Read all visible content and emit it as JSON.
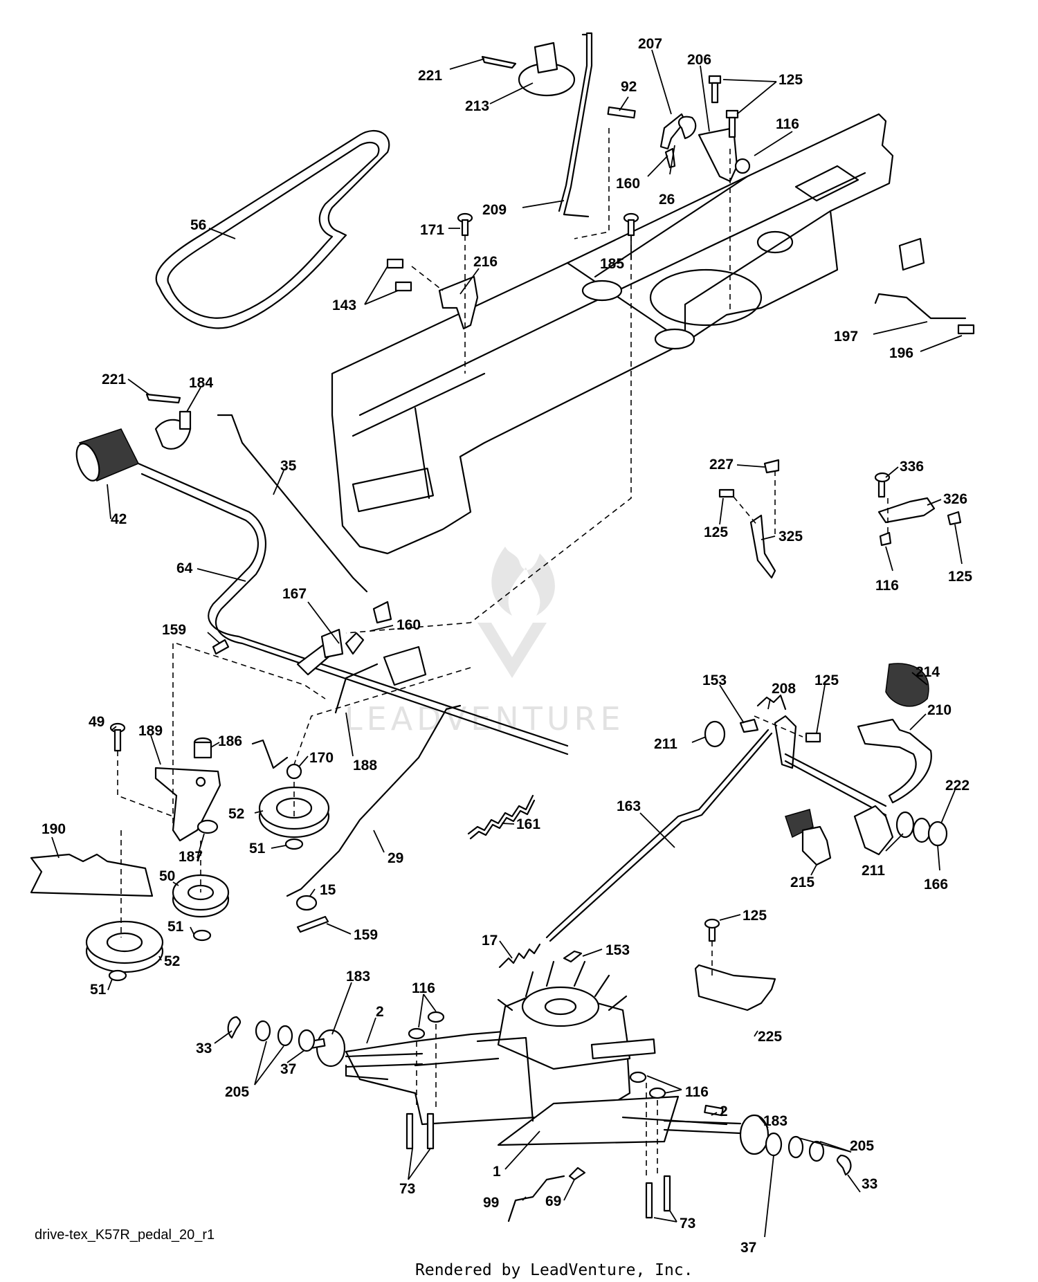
{
  "diagram": {
    "caption": "drive-tex_K57R_pedal_20_r1",
    "footer": "Rendered by LeadVenture, Inc.",
    "watermark": "LEADVENTURE",
    "callouts": [
      {
        "id": "c221a",
        "text": "221"
      },
      {
        "id": "c213",
        "text": "213"
      },
      {
        "id": "c207",
        "text": "207"
      },
      {
        "id": "c92",
        "text": "92"
      },
      {
        "id": "c206",
        "text": "206"
      },
      {
        "id": "c125a",
        "text": "125"
      },
      {
        "id": "c116a",
        "text": "116"
      },
      {
        "id": "c160a",
        "text": "160"
      },
      {
        "id": "c26",
        "text": "26"
      },
      {
        "id": "c56",
        "text": "56"
      },
      {
        "id": "c209",
        "text": "209"
      },
      {
        "id": "c171",
        "text": "171"
      },
      {
        "id": "c185",
        "text": "185"
      },
      {
        "id": "c216",
        "text": "216"
      },
      {
        "id": "c143",
        "text": "143"
      },
      {
        "id": "c197",
        "text": "197"
      },
      {
        "id": "c196",
        "text": "196"
      },
      {
        "id": "c221b",
        "text": "221"
      },
      {
        "id": "c184",
        "text": "184"
      },
      {
        "id": "c35",
        "text": "35"
      },
      {
        "id": "c42",
        "text": "42"
      },
      {
        "id": "c227",
        "text": "227"
      },
      {
        "id": "c336",
        "text": "336"
      },
      {
        "id": "c326",
        "text": "326"
      },
      {
        "id": "c125b",
        "text": "125"
      },
      {
        "id": "c325",
        "text": "325"
      },
      {
        "id": "c116b",
        "text": "116"
      },
      {
        "id": "c125c",
        "text": "125"
      },
      {
        "id": "c64",
        "text": "64"
      },
      {
        "id": "c167",
        "text": "167"
      },
      {
        "id": "c160b",
        "text": "160"
      },
      {
        "id": "c159a",
        "text": "159"
      },
      {
        "id": "c214",
        "text": "214"
      },
      {
        "id": "c153a",
        "text": "153"
      },
      {
        "id": "c208",
        "text": "208"
      },
      {
        "id": "c125d",
        "text": "125"
      },
      {
        "id": "c210",
        "text": "210"
      },
      {
        "id": "c211a",
        "text": "211"
      },
      {
        "id": "c49",
        "text": "49"
      },
      {
        "id": "c189",
        "text": "189"
      },
      {
        "id": "c186",
        "text": "186"
      },
      {
        "id": "c170",
        "text": "170"
      },
      {
        "id": "c188",
        "text": "188"
      },
      {
        "id": "c222",
        "text": "222"
      },
      {
        "id": "c52a",
        "text": "52"
      },
      {
        "id": "c161",
        "text": "161"
      },
      {
        "id": "c163",
        "text": "163"
      },
      {
        "id": "c190",
        "text": "190"
      },
      {
        "id": "c51a",
        "text": "51"
      },
      {
        "id": "c187",
        "text": "187"
      },
      {
        "id": "c29",
        "text": "29"
      },
      {
        "id": "c211b",
        "text": "211"
      },
      {
        "id": "c166",
        "text": "166"
      },
      {
        "id": "c50",
        "text": "50"
      },
      {
        "id": "c15",
        "text": "15"
      },
      {
        "id": "c215",
        "text": "215"
      },
      {
        "id": "c51b",
        "text": "51"
      },
      {
        "id": "c159b",
        "text": "159"
      },
      {
        "id": "c125e",
        "text": "125"
      },
      {
        "id": "c17",
        "text": "17"
      },
      {
        "id": "c153b",
        "text": "153"
      },
      {
        "id": "c52b",
        "text": "52"
      },
      {
        "id": "c51c",
        "text": "51"
      },
      {
        "id": "c183a",
        "text": "183"
      },
      {
        "id": "c116c",
        "text": "116"
      },
      {
        "id": "c2a",
        "text": "2"
      },
      {
        "id": "c225",
        "text": "225"
      },
      {
        "id": "c33a",
        "text": "33"
      },
      {
        "id": "c205a",
        "text": "205"
      },
      {
        "id": "c37a",
        "text": "37"
      },
      {
        "id": "c116d",
        "text": "116"
      },
      {
        "id": "c2b",
        "text": "2"
      },
      {
        "id": "c183b",
        "text": "183"
      },
      {
        "id": "c1",
        "text": "1"
      },
      {
        "id": "c205b",
        "text": "205"
      },
      {
        "id": "c73a",
        "text": "73"
      },
      {
        "id": "c33b",
        "text": "33"
      },
      {
        "id": "c99",
        "text": "99"
      },
      {
        "id": "c69",
        "text": "69"
      },
      {
        "id": "c73b",
        "text": "73"
      },
      {
        "id": "c37b",
        "text": "37"
      }
    ]
  }
}
